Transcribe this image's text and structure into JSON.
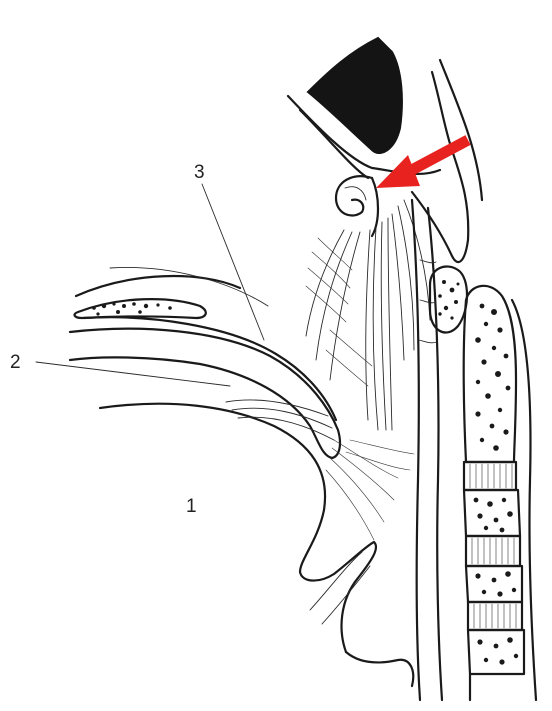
{
  "figure": {
    "labels": {
      "one": "1",
      "two": "2",
      "three": "3"
    },
    "colors": {
      "ink": "#1a1a1a",
      "arrow": "#e8231f",
      "background": "#ffffff"
    }
  }
}
